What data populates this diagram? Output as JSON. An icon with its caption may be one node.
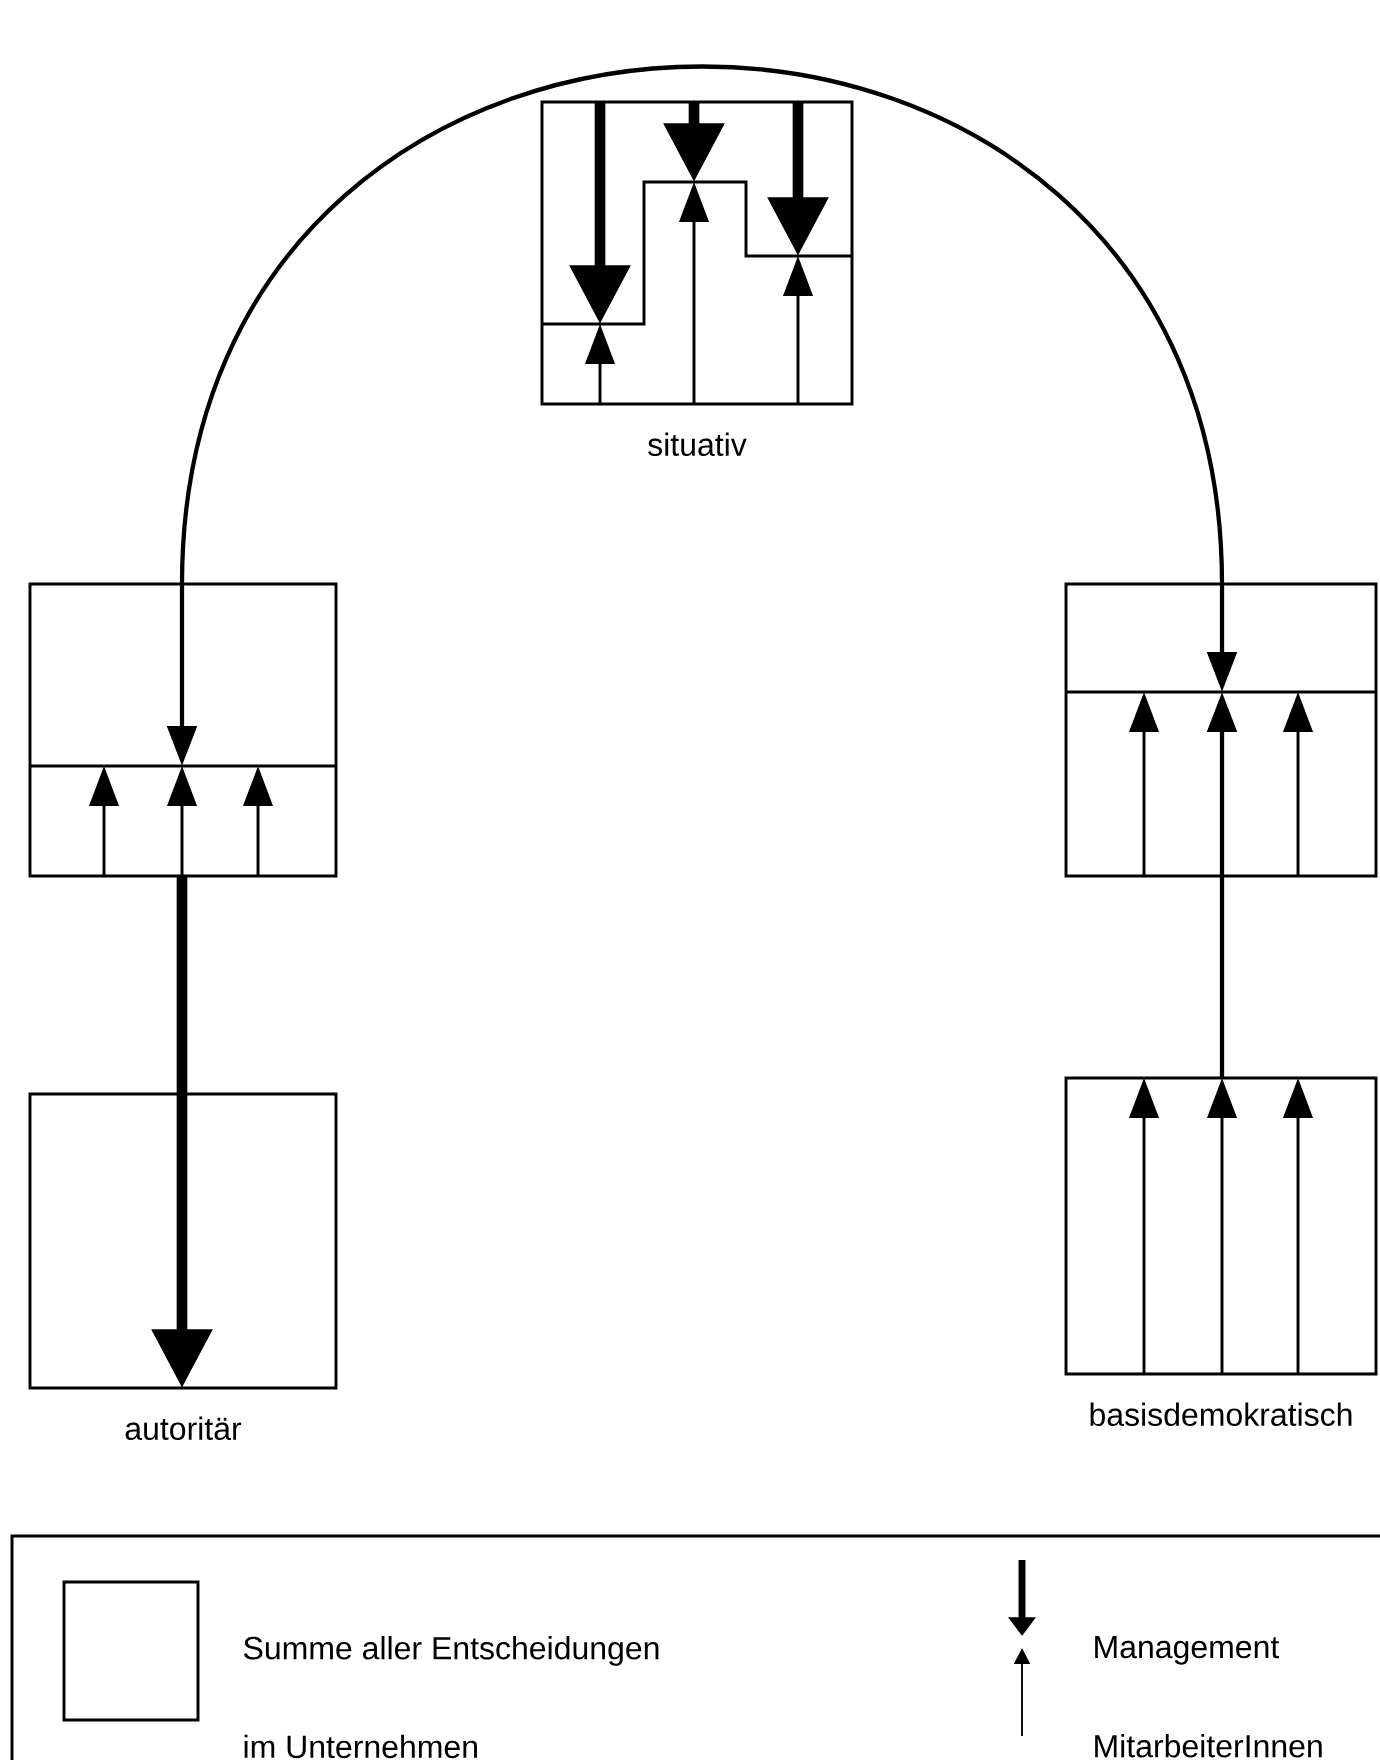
{
  "diagram": {
    "nodes": [
      {
        "text": [],
        "shape": "box",
        "beside": [
          "situativ"
        ]
      },
      {
        "text": [],
        "shape": "box"
      },
      {
        "text": [],
        "shape": "box",
        "beside": [
          "autoritär"
        ]
      },
      {
        "text": [],
        "shape": "box"
      },
      {
        "text": [],
        "shape": "box",
        "beside": [
          "basisdemokratisch"
        ]
      }
    ],
    "edges": [
      {
        "from": 1,
        "to": 3,
        "arrow": "both"
      },
      {
        "from": 1,
        "to": 2,
        "arrow": "to",
        "style": "thick"
      },
      {
        "from": 4,
        "to": 3,
        "arrow": "to"
      }
    ],
    "legend": [
      {
        "text": "Summe aller Entscheidungen im Unternehmen"
      },
      {
        "text": "Management"
      },
      {
        "text": "MitarbeiterInnen"
      }
    ]
  }
}
